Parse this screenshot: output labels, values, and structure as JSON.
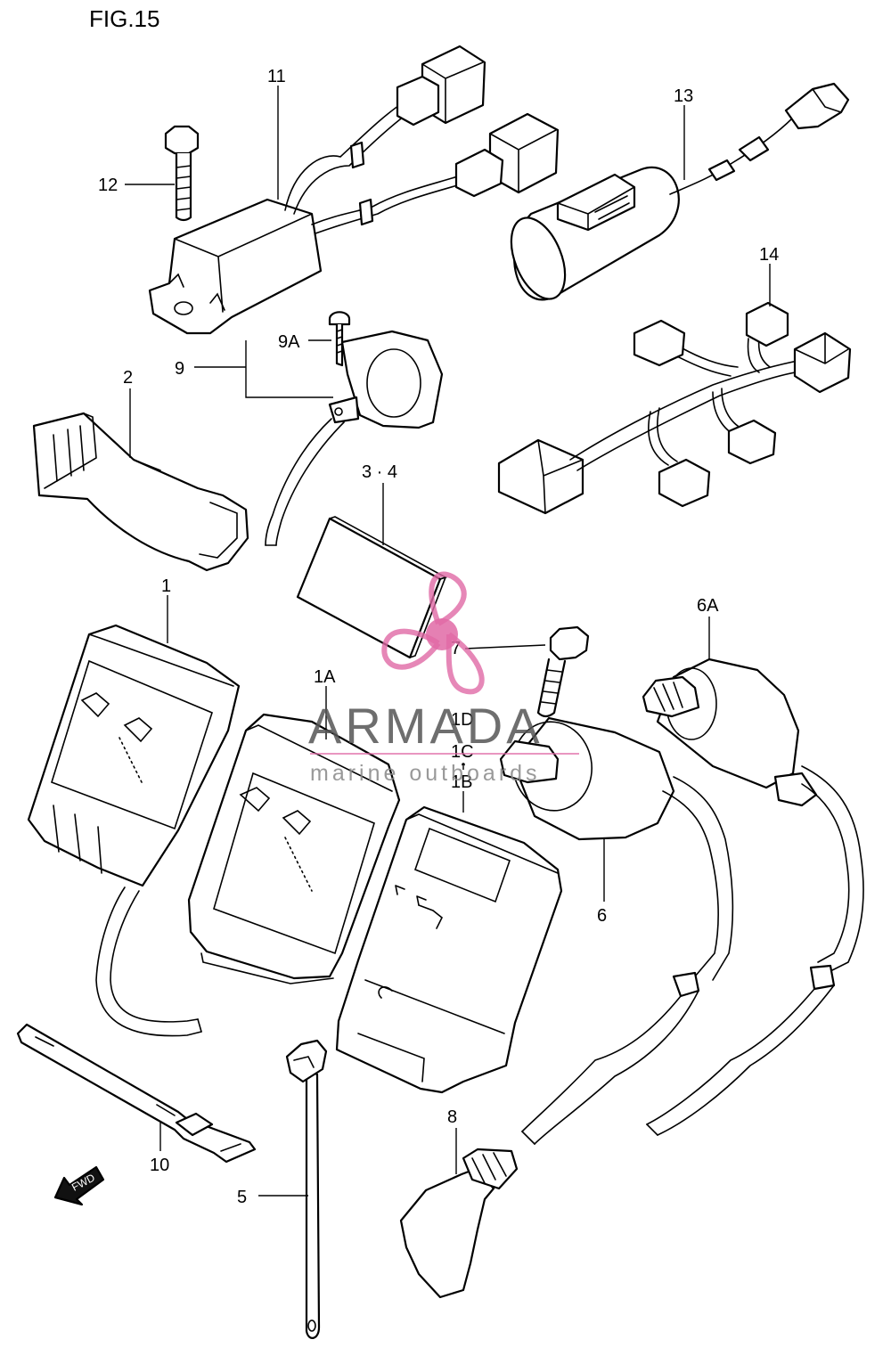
{
  "figure": {
    "title": "FIG.15"
  },
  "callouts": {
    "c1": "1",
    "c1a": "1A",
    "c1b": "1B",
    "c1c": "1C",
    "c1d": "1D",
    "c2": "2",
    "c34": "3 · 4",
    "c5": "5",
    "c6": "6",
    "c6a": "6A",
    "c7": "7",
    "c8": "8",
    "c9": "9",
    "c9a": "9A",
    "c10": "10",
    "c11": "11",
    "c12": "12",
    "c13": "13",
    "c14": "14"
  },
  "fwd_marker": {
    "label": "FWD"
  },
  "watermark": {
    "brand": "ARMADA",
    "tagline": "marine outboards",
    "accent_color": "#e06aa6"
  },
  "colors": {
    "line": "#000000",
    "background": "#ffffff"
  }
}
